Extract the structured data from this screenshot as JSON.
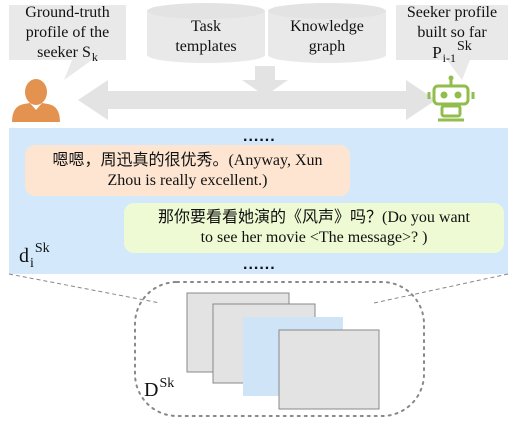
{
  "colors": {
    "dialog_bg": "#d3e9fb",
    "seeker_bubble": "#fde5d2",
    "recommender_bubble": "#eefad3",
    "callout": "#e9e9e9",
    "person": "#e3934f",
    "robot": "#92bd4d",
    "arrow": "#e3e3e3"
  },
  "top": {
    "ground_truth_label": "Ground-truth\nprofile of the\nseeker S",
    "ground_truth_sub": "k",
    "task_templates": "Task\ntemplates",
    "knowledge_graph": "Knowledge\ngraph",
    "seeker_profile_label": "Seeker profile\nbuilt so far",
    "seeker_profile_var": "P",
    "seeker_profile_sub": "i-1",
    "seeker_profile_sup": "Sk"
  },
  "dialogue": {
    "ellipsis_top": "......",
    "seeker_utterance": "嗯嗯，周迅真的很优秀。(Anyway, Xun\nZhou is really excellent.)",
    "recommender_utterance": "那你要看看她演的《风声》吗？(Do you want\nto see her movie <The message>? )",
    "ellipsis_bottom": "......",
    "dialog_var": "d",
    "dialog_var_sub": "i",
    "dialog_var_sup": "Sk"
  },
  "collection": {
    "var": "D",
    "var_sup": "Sk"
  },
  "icons": {
    "person": "person-icon",
    "robot": "robot-icon",
    "database": "database-icon"
  }
}
